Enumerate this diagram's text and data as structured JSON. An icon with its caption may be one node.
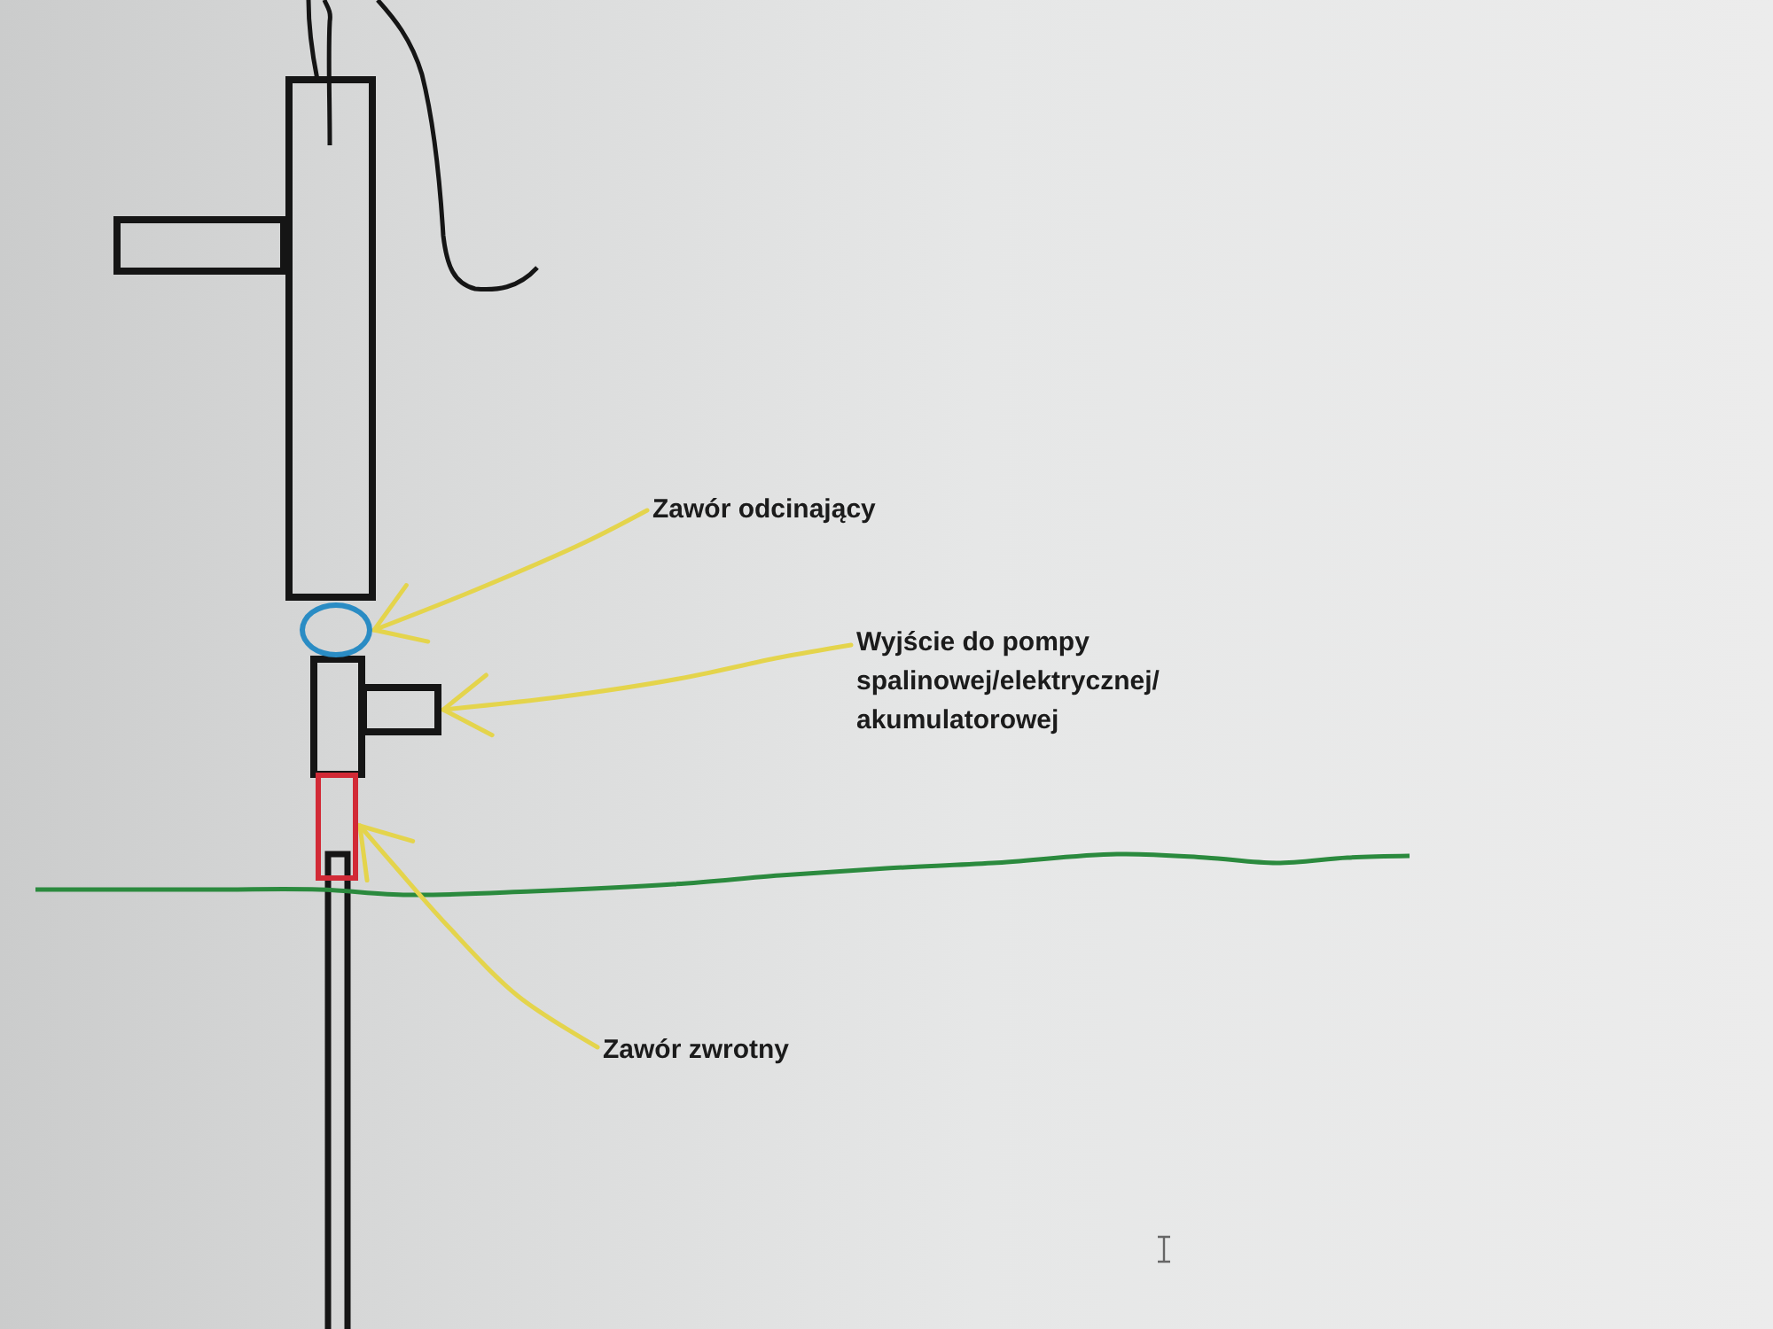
{
  "diagram": {
    "nodes": [
      {
        "text": [
          "Zawór odcinający"
        ]
      },
      {
        "text": [],
        "shape": "circle"
      },
      {
        "text": [
          "Wyjście do pompy spalinowej/elektrycznej/ akumulatorowej"
        ]
      },
      {
        "text": [],
        "shape": "box"
      },
      {
        "text": [
          "Zawór zwrotny"
        ]
      },
      {
        "text": [],
        "shape": "box"
      }
    ],
    "edges": [
      {
        "from": 0,
        "to": 1,
        "arrow": "to"
      },
      {
        "from": 2,
        "to": 3,
        "arrow": "to"
      },
      {
        "from": 4,
        "to": 5,
        "arrow": "to"
      }
    ]
  }
}
